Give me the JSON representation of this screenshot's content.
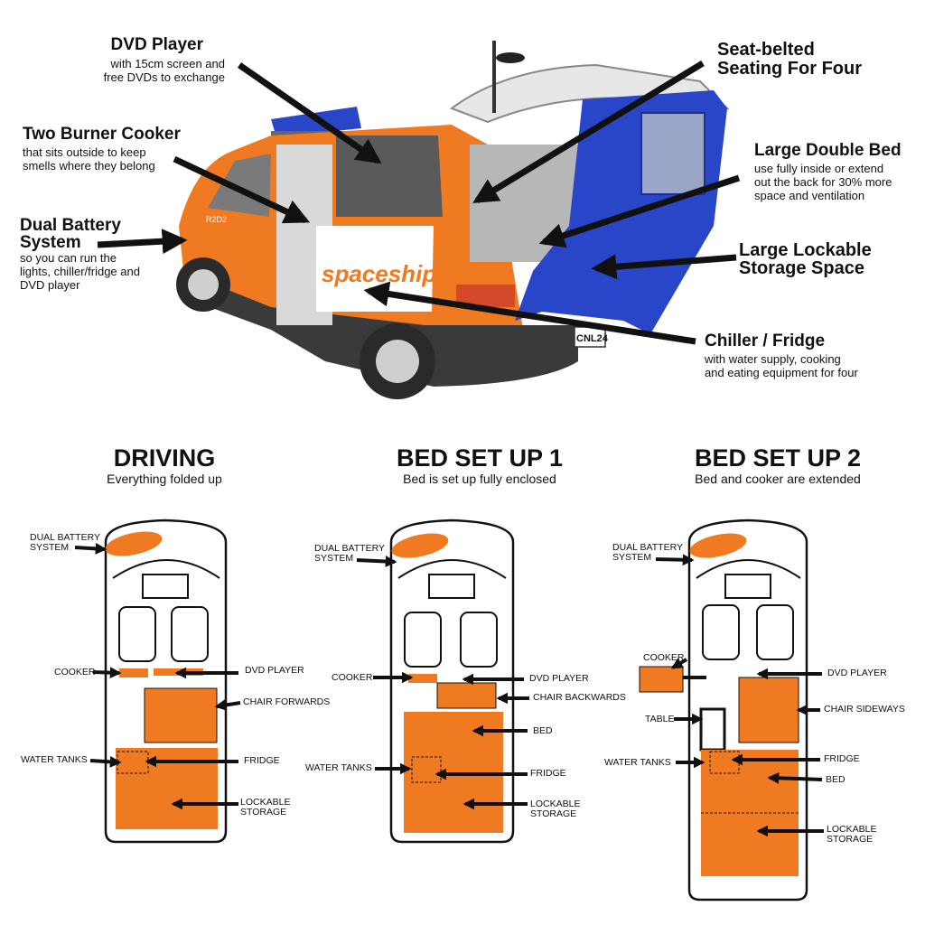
{
  "features": {
    "dvd": {
      "title": "DVD Player",
      "desc1": "with 15cm screen and",
      "desc2": "free DVDs to exchange"
    },
    "cooker": {
      "title": "Two Burner Cooker",
      "desc1": "that sits outside to keep",
      "desc2": "smells where they belong"
    },
    "battery": {
      "title1": "Dual Battery",
      "title2": "System",
      "desc1": "so you can run the",
      "desc2": "lights, chiller/fridge and",
      "desc3": "DVD player"
    },
    "seating": {
      "title1": "Seat-belted",
      "title2": "Seating For Four"
    },
    "bed": {
      "title": "Large Double Bed",
      "desc1": "use fully inside or extend",
      "desc2": "out the back for 30% more",
      "desc3": "space and ventilation"
    },
    "storage": {
      "title1": "Large Lockable",
      "title2": "Storage Space"
    },
    "fridge": {
      "title": "Chiller / Fridge",
      "desc1": "with water supply, cooking",
      "desc2": "and eating equipment for four"
    }
  },
  "van": {
    "brand": "spaceships",
    "plate": "CNL24",
    "badge": "R2D2"
  },
  "layouts": {
    "driving": {
      "title": "DRIVING",
      "subtitle": "Everything folded up",
      "labels": {
        "battery1": "DUAL BATTERY",
        "battery2": "SYSTEM",
        "cooker": "COOKER",
        "dvd": "DVD PLAYER",
        "chair": "CHAIR FORWARDS",
        "water": "WATER TANKS",
        "fridge": "FRIDGE",
        "storage1": "LOCKABLE",
        "storage2": "STORAGE"
      }
    },
    "bed1": {
      "title": "BED SET UP 1",
      "subtitle": "Bed is set up fully enclosed",
      "labels": {
        "battery1": "DUAL BATTERY",
        "battery2": "SYSTEM",
        "cooker": "COOKER",
        "dvd": "DVD PLAYER",
        "chair": "CHAIR BACKWARDS",
        "bed": "BED",
        "water": "WATER TANKS",
        "fridge": "FRIDGE",
        "storage1": "LOCKABLE",
        "storage2": "STORAGE"
      }
    },
    "bed2": {
      "title": "BED SET UP 2",
      "subtitle": "Bed and cooker are extended",
      "labels": {
        "battery1": "DUAL BATTERY",
        "battery2": "SYSTEM",
        "cooker": "COOKER",
        "dvd": "DVD PLAYER",
        "chair": "CHAIR SIDEWAYS",
        "table": "TABLE",
        "fridge": "FRIDGE",
        "water": "WATER TANKS",
        "bed": "BED",
        "storage1": "LOCKABLE",
        "storage2": "STORAGE"
      }
    }
  },
  "colors": {
    "orange": "#f07a22",
    "blue": "#2a46c8",
    "dark": "#333333"
  }
}
